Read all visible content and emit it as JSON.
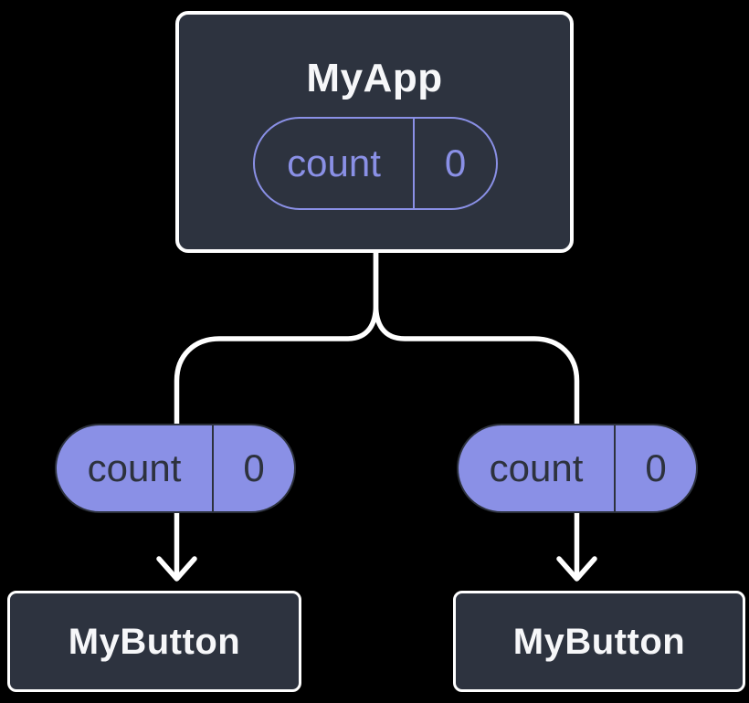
{
  "background": "#000000",
  "colors": {
    "background": "#000000",
    "card_background": "#2d333f",
    "card_border": "#ffffff",
    "card_text": "#f6f7f9",
    "state_purple": "#8a90e6",
    "state_dark": "#2d323d",
    "connector": "#ffffff"
  },
  "diagram": {
    "root": {
      "label": "MyApp",
      "state_pill": {
        "name": "count",
        "value": "0"
      }
    },
    "children": [
      {
        "label": "MyButton",
        "prop_pill": {
          "name": "count",
          "value": "0"
        }
      },
      {
        "label": "MyButton",
        "prop_pill": {
          "name": "count",
          "value": "0"
        }
      }
    ]
  }
}
